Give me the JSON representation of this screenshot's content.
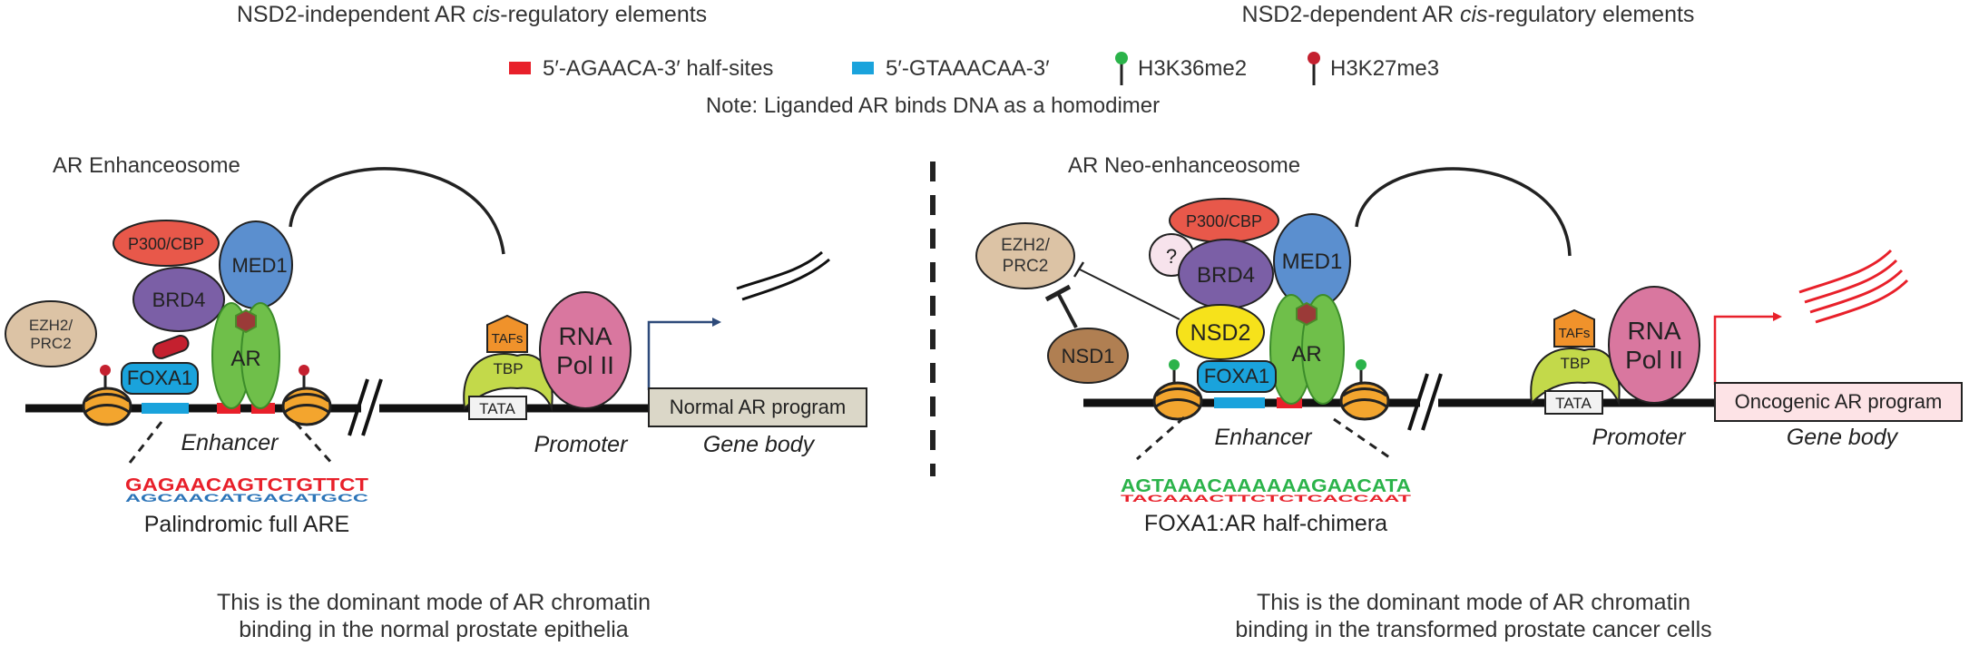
{
  "titles": {
    "left_pre": "NSD2-independent AR ",
    "left_italic": "cis",
    "left_post": "-regulatory elements",
    "right_pre": "NSD2-dependent AR ",
    "right_italic": "cis",
    "right_post": "-regulatory elements"
  },
  "legend": {
    "half_sites": "5′-AGAACA-3′ half-sites",
    "foxa_motif": "5′-GTAAACAA-3′",
    "h3k36": "H3K36me2",
    "h3k27": "H3K27me3",
    "note": "Note: Liganded AR binds DNA as a homodimer"
  },
  "left": {
    "title": "AR Enhanceosome",
    "p300": "P300/CBP",
    "med1": "MED1",
    "brd4": "BRD4",
    "ar": "AR",
    "foxa1": "FOXA1",
    "ezh2_l1": "EZH2/",
    "ezh2_l2": "PRC2",
    "tafs": "TAFs",
    "tbp": "TBP",
    "tata": "TATA",
    "pol_l1": "RNA",
    "pol_l2": "Pol II",
    "enhancer": "Enhancer",
    "promoter": "Promoter",
    "gene_body": "Gene body",
    "program": "Normal AR program",
    "motif_top": "GAGAACAGTCTGTTCT",
    "motif_bottom": "AGCAACATGACATGCC",
    "motif_label": "Palindromic full ARE",
    "caption_1": "This is the dominant mode of AR chromatin",
    "caption_2": "binding in the normal prostate epithelia"
  },
  "right": {
    "title": "AR Neo-enhanceosome",
    "p300": "P300/CBP",
    "question": "?",
    "brd4": "BRD4",
    "med1": "MED1",
    "nsd2": "NSD2",
    "nsd1": "NSD1",
    "ar": "AR",
    "foxa1": "FOXA1",
    "ezh2_l1": "EZH2/",
    "ezh2_l2": "PRC2",
    "tafs": "TAFs",
    "tbp": "TBP",
    "tata": "TATA",
    "pol_l1": "RNA",
    "pol_l2": "Pol II",
    "enhancer": "Enhancer",
    "promoter": "Promoter",
    "gene_body": "Gene body",
    "program": "Oncogenic AR program",
    "motif_top": "AGTAAACAAAAAAGAACATA",
    "motif_bottom": "TACAAACTTCTCTCACCAAT",
    "motif_label": "FOXA1:AR half-chimera",
    "caption_1": "This is the dominant mode of AR chromatin",
    "caption_2": "binding in the transformed prostate cancer cells"
  },
  "colors": {
    "half_site_red": "#e8202a",
    "foxa_blue": "#1aa3dc",
    "h3k36_green": "#2bb34a",
    "h3k27_red": "#c4202f",
    "med1_blue": "#5b8fcf",
    "p300_red": "#e8584a",
    "brd4_purple": "#7b5fa6",
    "ar_green": "#6fbf4a",
    "ezh2_tan": "#dcc3a5",
    "nsd1_brown": "#b07f52",
    "nsd2_yellow": "#f6e21b",
    "tbp_lime": "#c3d94a",
    "tafs_orange": "#f0922b",
    "pol2_pink": "#d9779f",
    "nucleosome_orange": "#f3a52e",
    "normal_program_fill": "#dbd7c8",
    "oncogenic_program_fill": "#fde3e6",
    "oncogenic_red": "#e8202a",
    "normal_arrow": "#2e4a7a"
  }
}
